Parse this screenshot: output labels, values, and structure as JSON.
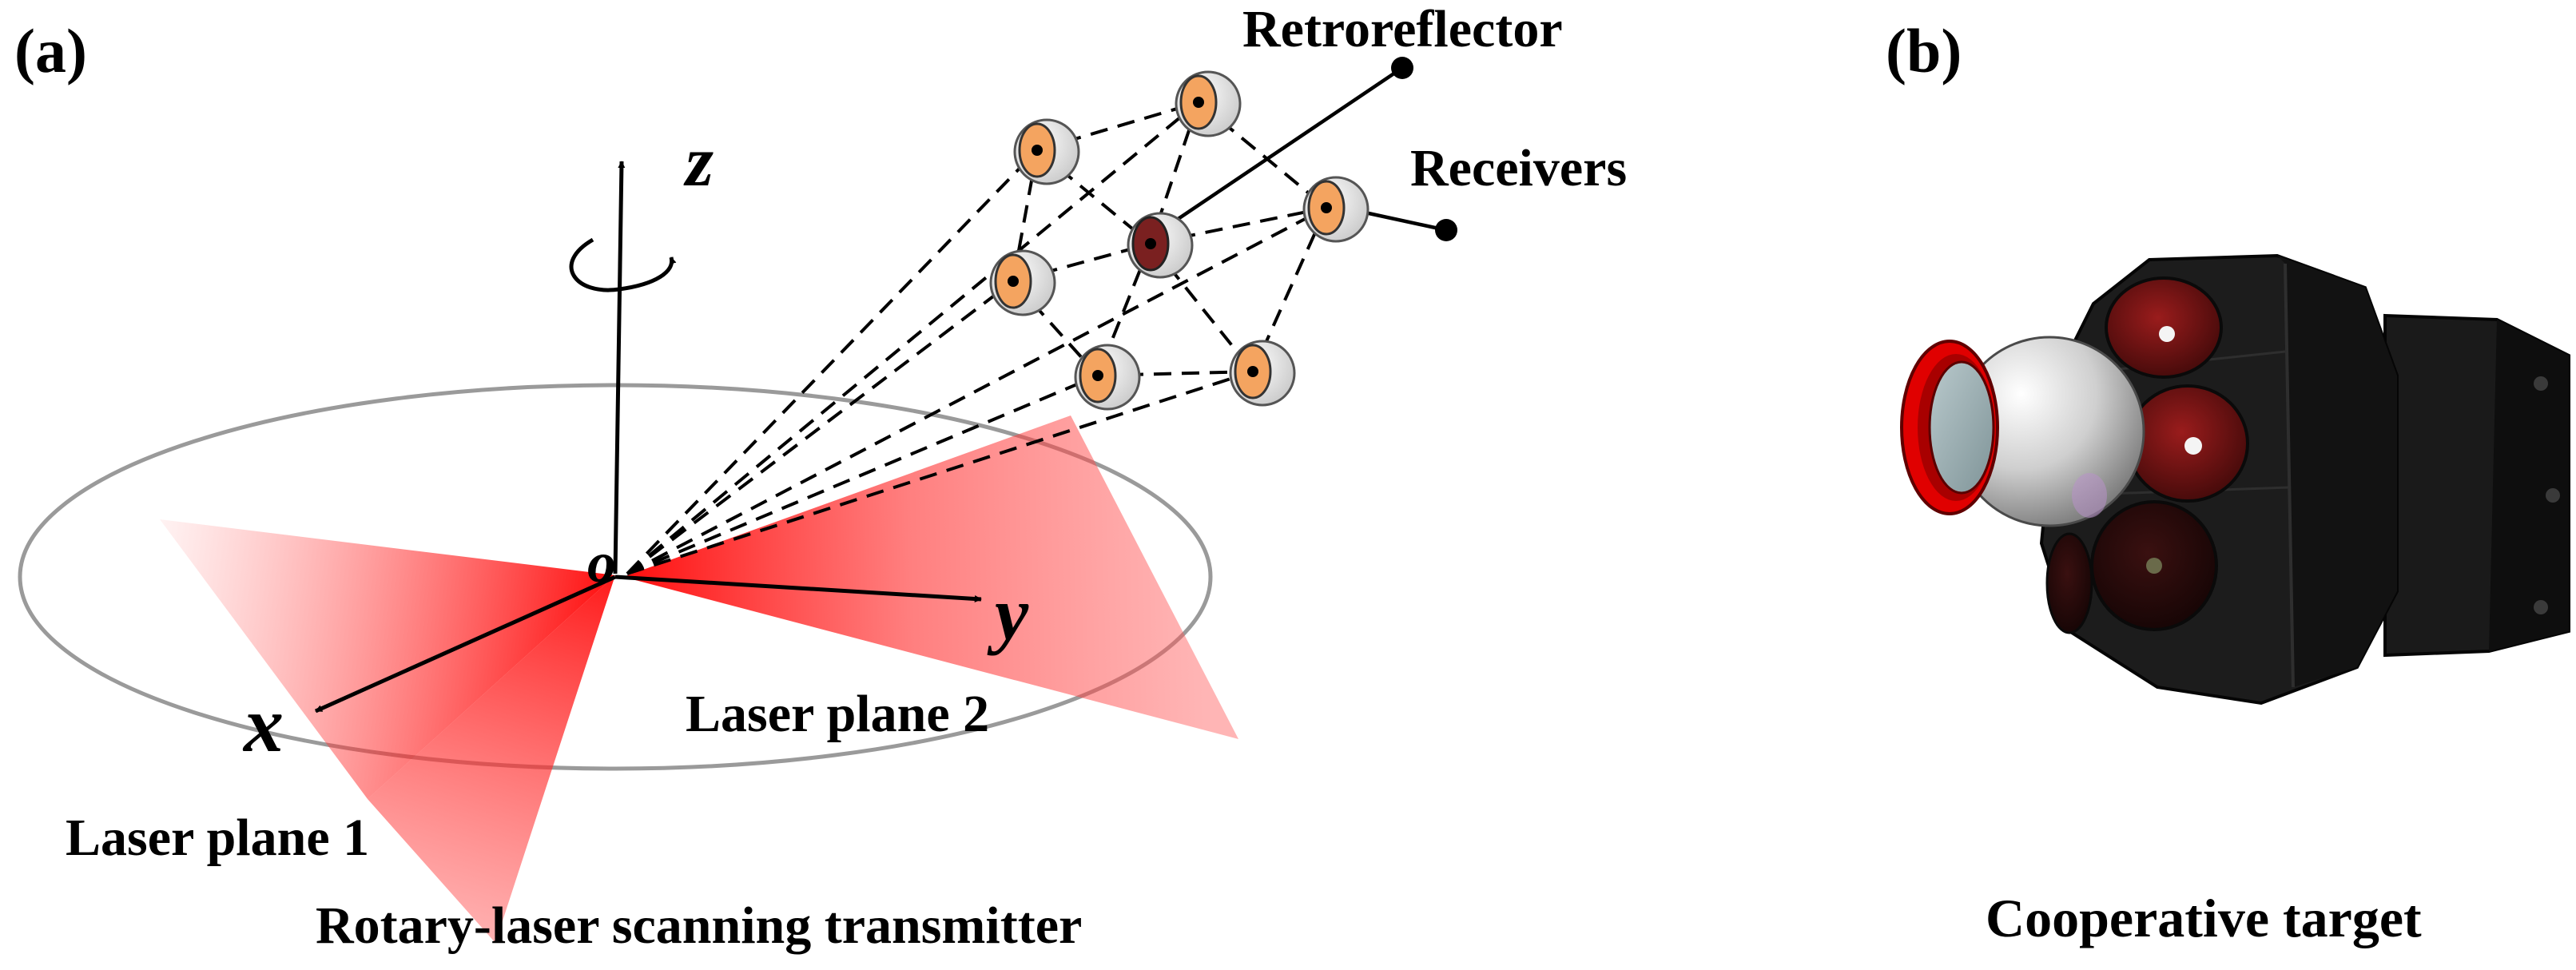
{
  "panel_a": {
    "tag": "(a)",
    "labels": {
      "retroreflector": "Retroreflector",
      "receivers": "Receivers",
      "laser_plane_1": "Laser plane 1",
      "laser_plane_2": "Laser plane 2",
      "transmitter": "Rotary-laser scanning transmitter"
    },
    "axes": {
      "x": "x",
      "y": "y",
      "z": "z",
      "origin": "o"
    },
    "colors": {
      "laser": "#ff0000",
      "receiver_face": "#f4a460",
      "receiver_shell": "#e2e2e2",
      "retroreflector": "#7a2020",
      "ellipse": "#9a9a9a"
    }
  },
  "panel_b": {
    "tag": "(b)",
    "caption": "Cooperative target",
    "colors": {
      "body": "#151515",
      "ring": "#e00000",
      "sphere": "#c8c8c8"
    }
  }
}
